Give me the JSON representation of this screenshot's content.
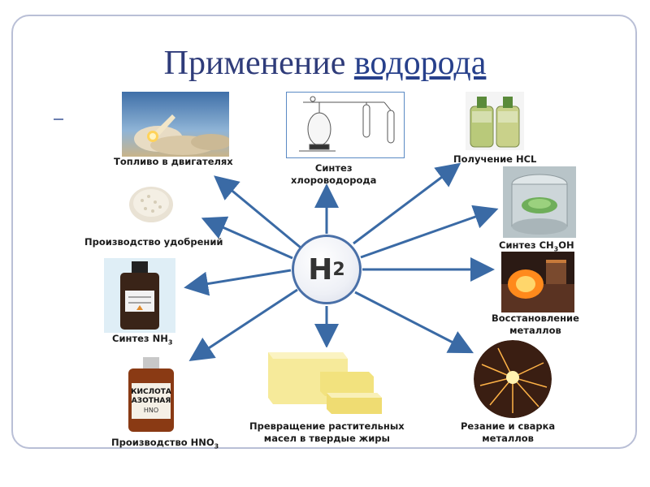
{
  "title": {
    "prefix": "Применение",
    "link": "водорода"
  },
  "hub": {
    "symbol": "H",
    "subscript": "2"
  },
  "applications": {
    "fuel": "Топливо в двигателях",
    "hcl_synthesis_line1": "Синтез",
    "hcl_synthesis_line2": "хлороводорода",
    "hcl": "Получение HCL",
    "fertilizer": "Производство удобрений",
    "methanol_prefix": "Синтез CH",
    "methanol_sub": "3",
    "methanol_suffix": "OH",
    "ammonia_prefix": "Синтез NH",
    "ammonia_sub": "3",
    "metals_reduction_line1": "Восстановление",
    "metals_reduction_line2": "металлов",
    "nitric_prefix": "Производство HNO",
    "nitric_sub": "3",
    "fats_line1": "Превращение растительных",
    "fats_line2": "масел в твердые жиры",
    "cutting_line1": "Резание и сварка",
    "cutting_line2": "металлов"
  },
  "bottle_label": {
    "line1": "КИСЛОТА",
    "line2": "АЗОТНАЯ",
    "line3": "HNO"
  },
  "colors": {
    "arrow": "#3a6aa5",
    "title": "#2f3c7a",
    "hub_border": "#4a70a8",
    "frame": "#b9bfd6"
  }
}
